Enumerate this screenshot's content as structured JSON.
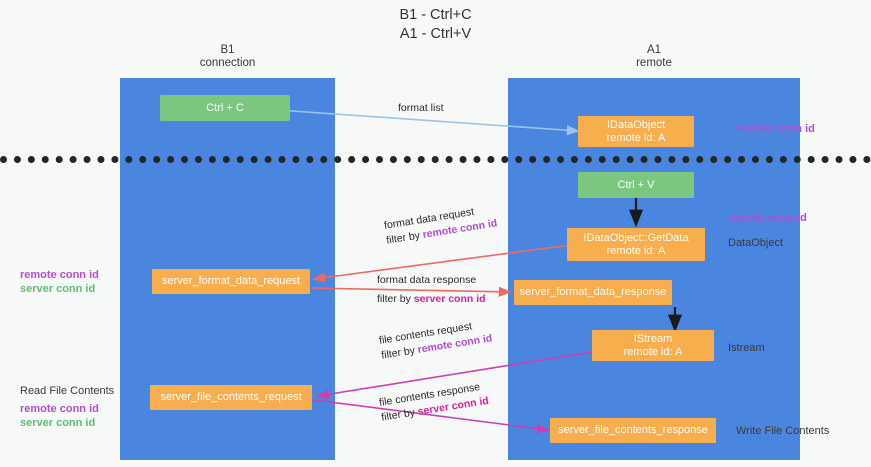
{
  "title": {
    "line1": "B1 - Ctrl+C",
    "line2": "A1 - Ctrl+V"
  },
  "columns": [
    {
      "name": "B1",
      "role": "connection"
    },
    {
      "name": "A1",
      "role": "remote"
    }
  ],
  "nodes": [
    {
      "id": "ctrl-c",
      "label": "Ctrl + C",
      "sub": "",
      "color": "#7bc77f"
    },
    {
      "id": "idataobject",
      "label": "IDataObject",
      "sub": "remote id: A",
      "color": "#f9ae4d"
    },
    {
      "id": "ctrl-v",
      "label": "Ctrl + V",
      "sub": "",
      "color": "#7bc77f"
    },
    {
      "id": "idataobject-getdata",
      "label": "IDataObject::GetData",
      "sub": "remote id: A",
      "color": "#f9ae4d"
    },
    {
      "id": "server-format-data-request",
      "label": "server_format_data_request",
      "sub": "",
      "color": "#f9ae4d"
    },
    {
      "id": "server-format-data-response",
      "label": "server_format_data_response",
      "sub": "",
      "color": "#f9ae4d"
    },
    {
      "id": "istream",
      "label": "IStream",
      "sub": "remote id: A",
      "color": "#f9ae4d"
    },
    {
      "id": "server-file-contents-request",
      "label": "server_file_contents_request",
      "sub": "",
      "color": "#f9ae4d"
    },
    {
      "id": "server-file-contents-response",
      "label": "server_file_contents_response",
      "sub": "",
      "color": "#f9ae4d"
    }
  ],
  "edges": [
    {
      "id": "format-list",
      "line1": "format list",
      "line2": "",
      "line2_hl": ""
    },
    {
      "id": "format-data-request",
      "line1": "format data request",
      "line2": "filter by ",
      "line2_hl": "remote conn id"
    },
    {
      "id": "format-data-response",
      "line1": "format data response",
      "line2": "filter by ",
      "line2_hl": "server conn id"
    },
    {
      "id": "file-contents-request",
      "line1": "file contents request",
      "line2": "filter by ",
      "line2_hl": "remote conn id"
    },
    {
      "id": "file-contents-response",
      "line1": "file contents response",
      "line2": "filter by ",
      "line2_hl": "server conn id"
    }
  ],
  "right_labels": [
    {
      "id": "remote-conn-id-top",
      "text": "remote conn id"
    },
    {
      "id": "remote-conn-id-mid",
      "text": "remote conn id"
    },
    {
      "id": "data-object",
      "text": "DataObject"
    },
    {
      "id": "istream-label",
      "text": "Istream"
    },
    {
      "id": "write-file-contents",
      "text": "Write File Contents"
    }
  ],
  "left_labels": {
    "legend_top": {
      "remote": "remote conn id",
      "server": "server conn id"
    },
    "read_file_contents": "Read File Contents",
    "legend_bottom": {
      "remote": "remote conn id",
      "server": "server conn id"
    }
  },
  "colors": {
    "lane": "#4a86e0",
    "green_node": "#7bc77f",
    "orange_node": "#f9ae4d",
    "remote_conn_id": "#b24fd0",
    "server_conn_id_legend": "#5fbf72",
    "server_conn_id_inline": "#d6239b",
    "arrow_blue": "#9cc3ea",
    "arrow_red": "#ef6a5e",
    "arrow_magenta": "#cc3fb0",
    "arrow_black": "#1a1a1a",
    "background": "#f7f8f8"
  }
}
